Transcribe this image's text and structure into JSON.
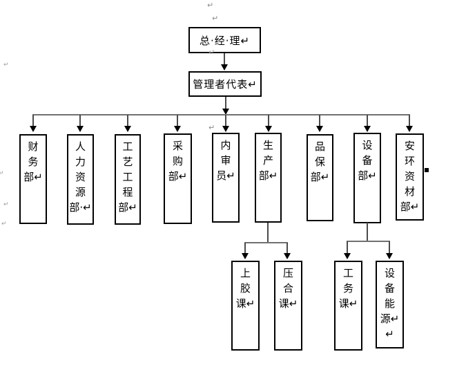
{
  "org_chart": {
    "top_box": "总·经·理↵",
    "level2_box": "管理者代表↵",
    "departments": [
      "财\n务\n部↵",
      "人\n力\n资\n源\n部·↵",
      "工\n艺\n工\n程\n部↵",
      "采\n购\n部↵",
      "内\n审\n员↵",
      "生\n产\n部↵",
      "品\n保\n部↵",
      "设\n备\n部↵",
      "安\n环\n资\n材\n部↵"
    ],
    "production_sections": [
      "上\n胶\n课↵",
      "压\n合\n课↵"
    ],
    "equipment_sections": [
      "工\n务\n课↵",
      "设\n备\n能\n源↵\n↵"
    ],
    "formatting_marks": {
      "return_mark": "↵"
    }
  }
}
